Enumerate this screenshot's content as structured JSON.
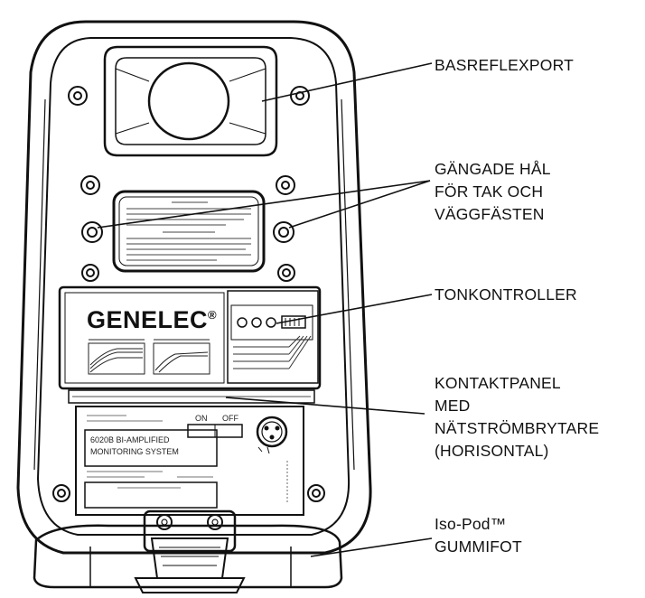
{
  "callouts": {
    "port": "BASREFLEXPORT",
    "holes": [
      "GÄNGADE HÅL",
      "FÖR TAK OCH",
      "VÄGGFÄSTEN"
    ],
    "tone": "TONKONTROLLER",
    "panel": [
      "KONTAKTPANEL",
      "MED",
      "NÄTSTRÖMBRYTARE",
      "(HORISONTAL)"
    ],
    "foot": [
      "Iso-Pod™",
      "GUMMIFOT"
    ]
  },
  "device": {
    "brand": "GENELEC",
    "registered": "®",
    "switch_on": "ON",
    "switch_off": "OFF",
    "model_lines": [
      "6020B BI-AMPLIFIED",
      "MONITORING SYSTEM"
    ]
  }
}
